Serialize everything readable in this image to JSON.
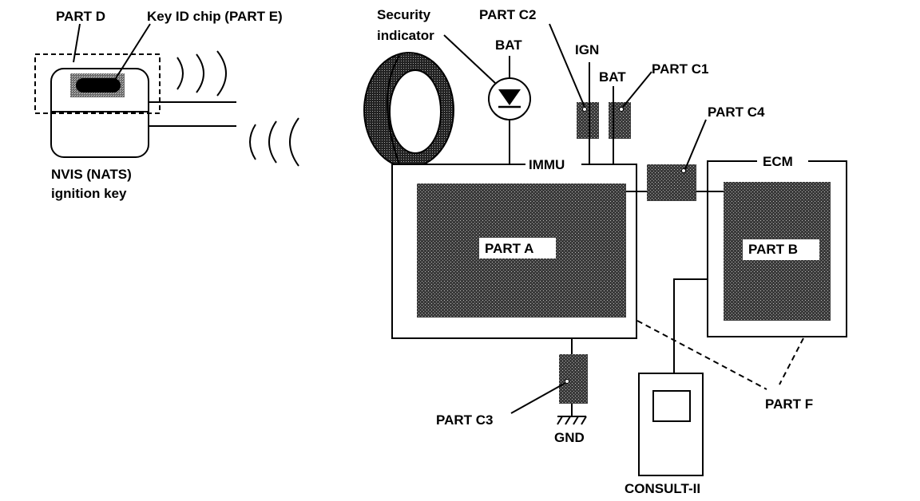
{
  "labels": {
    "part_d": "PART D",
    "key_id_chip": "Key ID chip (PART E)",
    "nvis_line1": "NVIS (NATS)",
    "nvis_line2": "ignition key",
    "security_line1": "Security",
    "security_line2": "indicator",
    "bat_top": "BAT",
    "part_c2": "PART C2",
    "ign": "IGN",
    "bat_mid": "BAT",
    "part_c1": "PART C1",
    "part_c4": "PART C4",
    "immu": "IMMU",
    "ecm": "ECM",
    "part_a": "PART A",
    "part_b": "PART B",
    "part_c3": "PART C3",
    "gnd": "GND",
    "part_f": "PART F",
    "consult": "CONSULT-II"
  }
}
